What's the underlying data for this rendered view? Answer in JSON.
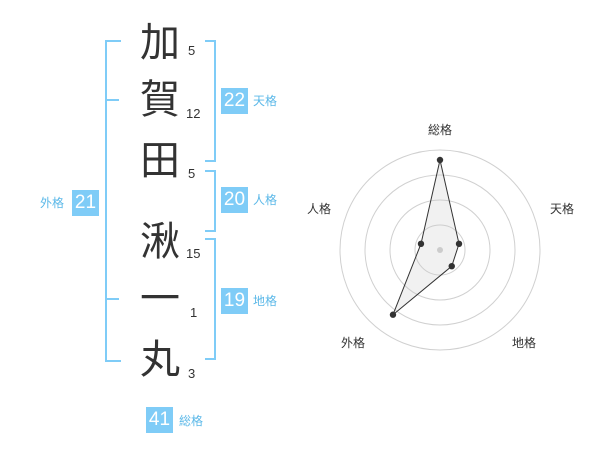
{
  "name": {
    "characters": [
      {
        "char": "加",
        "strokes": "5"
      },
      {
        "char": "賀",
        "strokes": "12"
      },
      {
        "char": "田",
        "strokes": "5"
      },
      {
        "char": "湫",
        "strokes": "15"
      },
      {
        "char": "一",
        "strokes": "1"
      },
      {
        "char": "丸",
        "strokes": "3"
      }
    ]
  },
  "fortunes": {
    "tenkaku": {
      "value": "22",
      "label": "天格"
    },
    "jinkaku": {
      "value": "20",
      "label": "人格"
    },
    "chikaku": {
      "value": "19",
      "label": "地格"
    },
    "gaikaku": {
      "value": "21",
      "label": "外格"
    },
    "soukaku": {
      "value": "41",
      "label": "総格"
    }
  },
  "colors": {
    "accent": "#7fccf7",
    "accent_text": "#5bb8e8",
    "text": "#333333"
  },
  "chart_data": {
    "type": "radar",
    "axes": [
      "総格",
      "天格",
      "地格",
      "外格",
      "人格"
    ],
    "values": [
      0.9,
      0.2,
      0.2,
      0.8,
      0.2
    ],
    "rings": 4,
    "range": [
      0,
      1
    ]
  }
}
